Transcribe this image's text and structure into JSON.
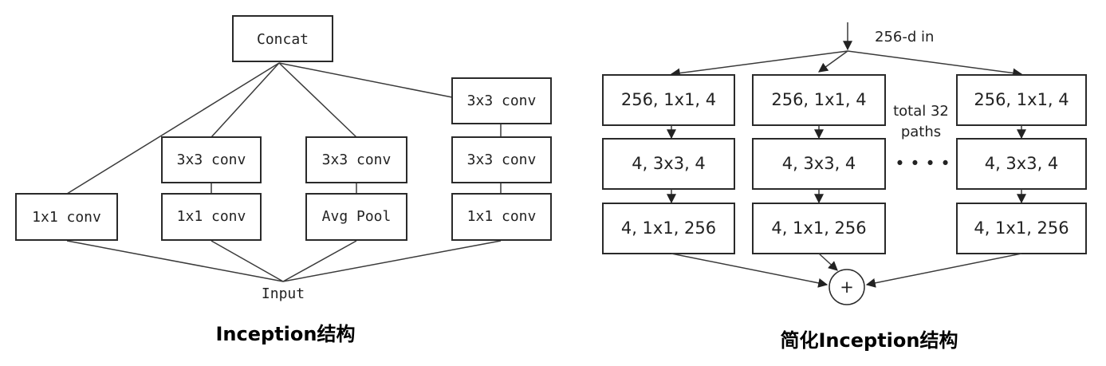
{
  "left": {
    "concat": "Concat",
    "input": "Input",
    "col1": {
      "bottom": "1x1 conv"
    },
    "col2": {
      "top": "3x3 conv",
      "bottom": "1x1 conv"
    },
    "col3": {
      "top": "3x3 conv",
      "bottom": "Avg Pool"
    },
    "col4": {
      "top": "3x3 conv",
      "middle": "3x3 conv",
      "bottom": "1x1 conv"
    },
    "caption": "Inception结构"
  },
  "right": {
    "input_label": "256-d in",
    "paths": [
      {
        "layer1": "256, 1x1, 4",
        "layer2": "4, 3x3, 4",
        "layer3": "4, 1x1, 256"
      },
      {
        "layer1": "256, 1x1, 4",
        "layer2": "4, 3x3, 4",
        "layer3": "4, 1x1, 256"
      },
      {
        "layer1": "256, 1x1, 4",
        "layer2": "4, 3x3, 4",
        "layer3": "4, 1x1, 256"
      }
    ],
    "note_line1": "total 32",
    "note_line2": "paths",
    "ellipsis": "• • • •",
    "sum_symbol": "+",
    "caption": "简化Inception结构"
  }
}
